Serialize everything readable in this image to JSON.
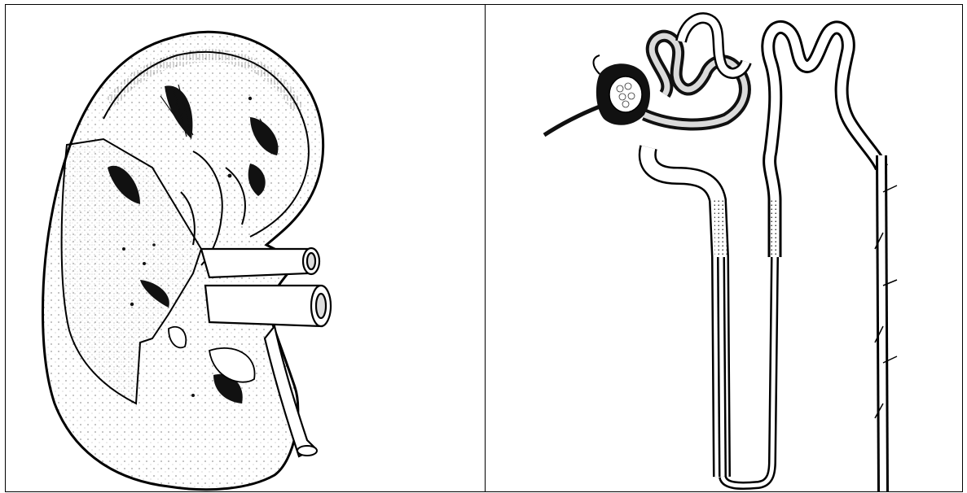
{
  "figure": {
    "panels": [
      {
        "id": "kidney-section",
        "depicts": "kidney-longitudinal-section-illustration"
      },
      {
        "id": "nephron",
        "depicts": "nephron-illustration"
      }
    ],
    "colors": {
      "border": "#000000",
      "ink": "#111111",
      "background": "#ffffff"
    }
  }
}
